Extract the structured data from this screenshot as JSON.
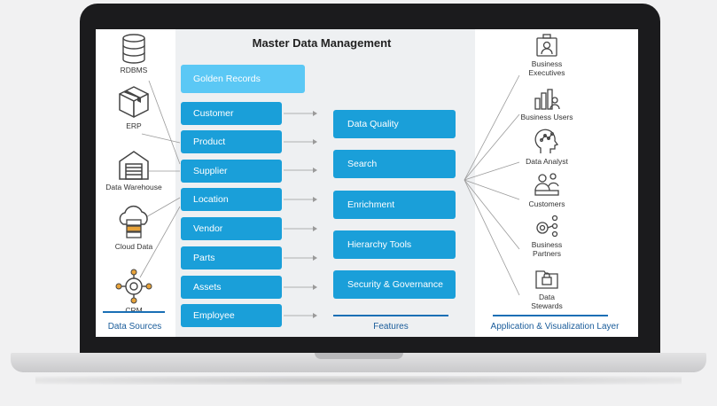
{
  "title": "Master Data Management",
  "golden_records": "Golden Records",
  "entities": [
    "Customer",
    "Product",
    "Supplier",
    "Location",
    "Vendor",
    "Parts",
    "Assets",
    "Employee"
  ],
  "features": [
    "Data Quality",
    "Search",
    "Enrichment",
    "Hierarchy Tools",
    "Security & Governance"
  ],
  "sources": [
    "RDBMS",
    "ERP",
    "Data Warehouse",
    "Cloud Data",
    "CRM"
  ],
  "consumers": [
    {
      "line1": "Business",
      "line2": "Executives"
    },
    {
      "line1": "Business Users",
      "line2": ""
    },
    {
      "line1": "Data Analyst",
      "line2": ""
    },
    {
      "line1": "Customers",
      "line2": ""
    },
    {
      "line1": "Business",
      "line2": "Partners"
    },
    {
      "line1": "Data",
      "line2": "Stewards"
    }
  ],
  "footers": {
    "sources": "Data Sources",
    "features": "Features",
    "apps": "Application & Visualization Layer"
  },
  "colors": {
    "accent": "#1a9fd9",
    "golden": "#5bc8f5",
    "footer": "#1a5c9a",
    "icon_source": "#444444",
    "icon_crm": "#e8a33a"
  }
}
